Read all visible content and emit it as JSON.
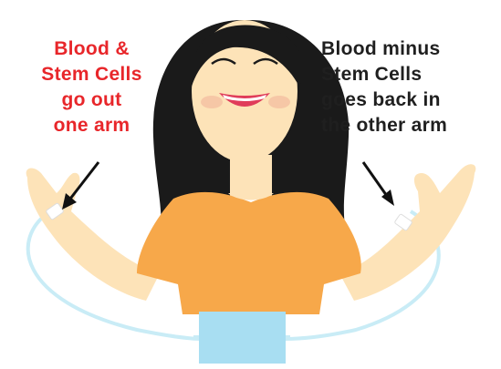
{
  "labels": {
    "left": {
      "lines": [
        "Blood &",
        "Stem Cells",
        "go out",
        "one arm"
      ],
      "color": "#e8262a"
    },
    "right": {
      "lines": [
        "Blood minus",
        "Stem Cells",
        "goes back in",
        "the other arm"
      ],
      "color": "#1f1f1f"
    }
  },
  "colors": {
    "skin": "#fde3b8",
    "shirt": "#f7a84a",
    "hair": "#1a1a1a",
    "tubing": "#c9ecf6",
    "device": "#a8def2",
    "lips": "#e03c5a",
    "arrow": "#111111"
  },
  "icons": [
    "person-illustration",
    "arrow-down-icon",
    "tubing-loop",
    "apheresis-device"
  ]
}
